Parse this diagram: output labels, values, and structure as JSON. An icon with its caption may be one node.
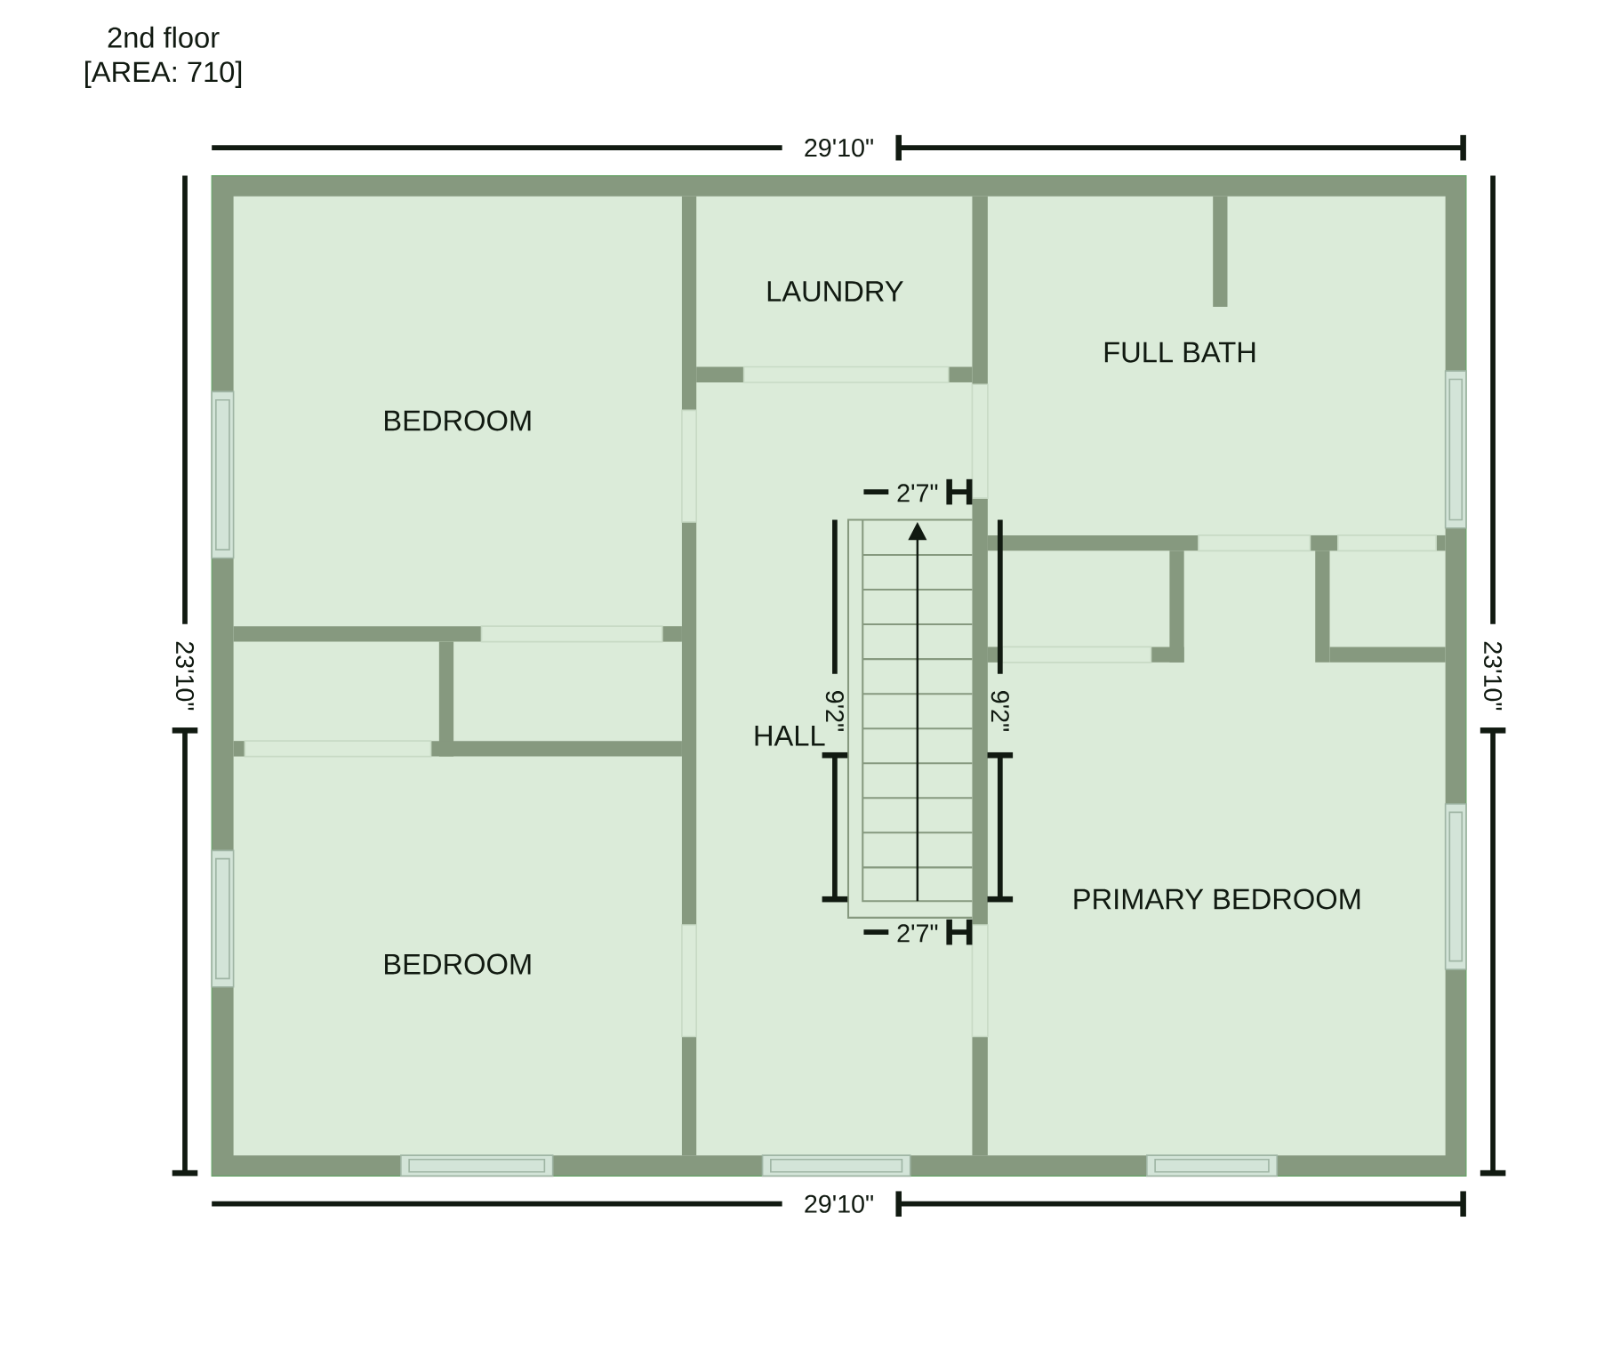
{
  "diagram": {
    "title": "2nd floor",
    "labels": [
      "[AREA: 710]",
      "29'10\"",
      "23'10\"",
      "23'10\"",
      "LAUNDRY",
      "FULL BATH",
      "BEDROOM",
      "2'7\"",
      "HALL",
      "9'2\"",
      "9'2\"",
      "PRIMARY BEDROOM",
      "2'7\"",
      "BEDROOM",
      "29'10\""
    ]
  }
}
